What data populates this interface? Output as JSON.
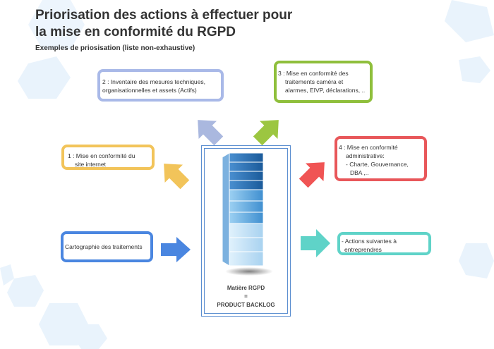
{
  "title_line1": "Priorisation des actions à effectuer pour",
  "title_line2": "la mise en conformité du RGPD",
  "subtitle": "Exemples de priosisation (liste non-exhaustive)",
  "boxes": {
    "b1": {
      "l1": "1 : Mise en conformité du",
      "l2": "site internet",
      "color": "#f2c45a"
    },
    "b2": {
      "l1": "2 : Inventaire des mesures techniques,",
      "l2": "organisationnelles et assets (Actifs)",
      "color": "#a9b9e8"
    },
    "b3": {
      "l1": "3 : Mise en conformité des",
      "l2": "traitements caméra et",
      "l3": "alarmes, EIVP, déclarations, ..",
      "color": "#8fbf3c"
    },
    "b4": {
      "l1": "4 : Mise en conformité",
      "l2": "administrative:",
      "l3": "- Charte, Gouvernance,",
      "l4": "DBA ,..",
      "color": "#e8575a"
    },
    "carto": {
      "l1": "Cartographie des traitements",
      "color": "#4a86e0"
    },
    "next": {
      "l1": "- Actions suivantes à",
      "l2": "entreprendres",
      "color": "#5fd3c8"
    }
  },
  "center": {
    "l1": "Matière RGPD",
    "l2": "=",
    "l3": "PRODUCT BACKLOG"
  }
}
